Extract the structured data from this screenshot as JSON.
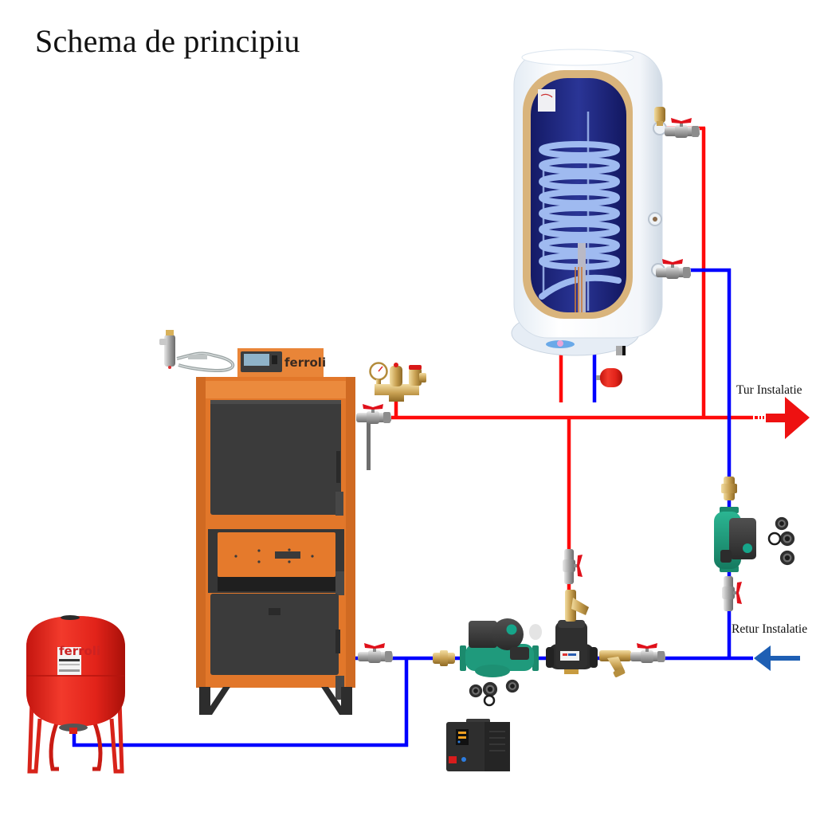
{
  "page": {
    "title": "Schema de principiu"
  },
  "labels": {
    "supply": "Tur Instalatie",
    "return": "Retur Instalatie"
  },
  "boiler": {
    "brand": "ferroli"
  },
  "expansion_vessel": {
    "brand": "ferroli"
  },
  "colors": {
    "supply_pipe": "#ff0a0a",
    "return_pipe": "#0000ff",
    "supply_arrow": "#ee1111",
    "return_arrow": "#1e5fb4",
    "boiler_body": "#e2772a",
    "boiler_door": "#3b3b3b",
    "vessel": "#e8231c",
    "pump_body": "#1f9a7c"
  },
  "components": [
    "solid fuel boiler",
    "thermal safety valve",
    "boiler safety group",
    "indirect hot water tank",
    "sanitary expansion vessel",
    "heating expansion vessel",
    "boiler circulation pump",
    "thermostatic mixing valve",
    "y-strainer",
    "check valve",
    "installation circulation pump",
    "voltage stabilizer"
  ]
}
